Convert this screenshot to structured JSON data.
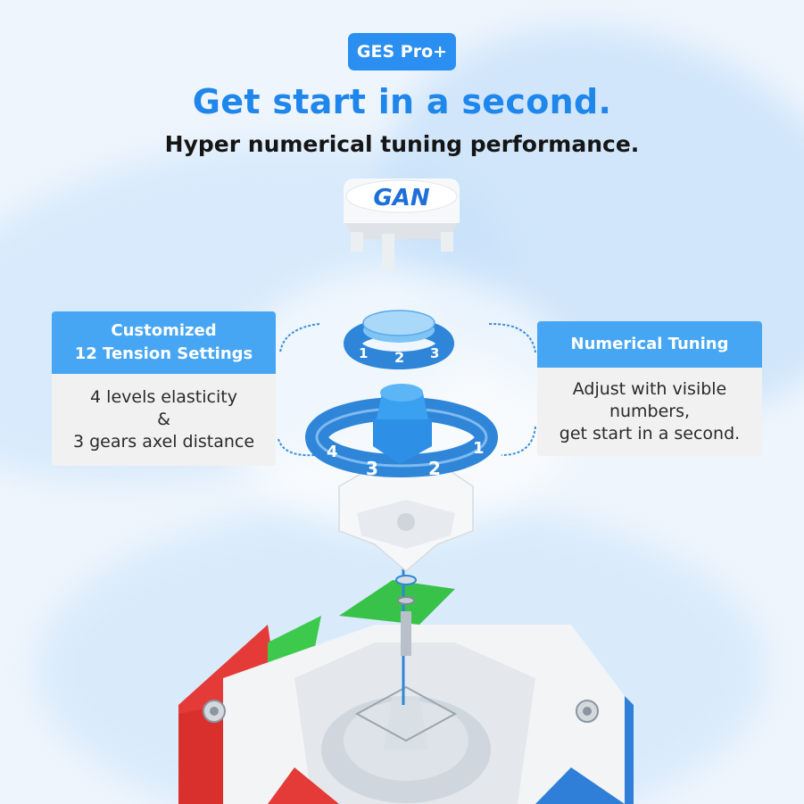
{
  "badge": "GES Pro+",
  "headline": "Get start in a second.",
  "subheadline": "Hyper numerical tuning performance.",
  "logo_text": "GAN",
  "left_card": {
    "title_line1": "Customized",
    "title_line2": "12 Tension Settings",
    "body_line1": "4 levels elasticity",
    "body_line2": "&",
    "body_line3": "3 gears axel distance"
  },
  "right_card": {
    "title": "Numerical Tuning",
    "body_line1": "Adjust with visible",
    "body_line2": "numbers,",
    "body_line3": "get start in a second."
  },
  "upper_ring_numbers": [
    "1",
    "2",
    "3"
  ],
  "lower_ring_numbers": [
    "4",
    "3",
    "2",
    "1"
  ],
  "colors": {
    "accent": "#2a8ff0",
    "headline": "#1f86ec",
    "card_header": "#47a6f3",
    "card_body": "#f1f1f1",
    "ring_blue": "#2f86d8"
  }
}
